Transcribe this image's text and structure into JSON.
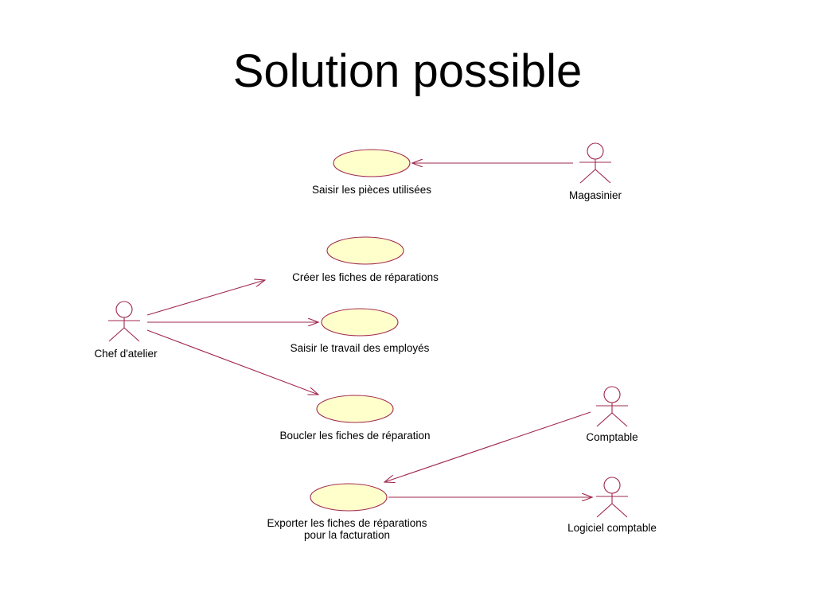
{
  "title": "Solution possible",
  "colors": {
    "line": "#a0284e",
    "usecase_fill": "#ffffcc",
    "usecase_stroke": "#a0284e",
    "text": "#000000"
  },
  "actors": {
    "magasinier": "Magasinier",
    "chef": "Chef d'atelier",
    "comptable": "Comptable",
    "logiciel": "Logiciel comptable"
  },
  "usecases": {
    "saisir_pieces": "Saisir les pièces utilisées",
    "creer_fiches": "Créer les fiches de réparations",
    "saisir_travail": "Saisir le travail des employés",
    "boucler_fiches": "Boucler les fiches de réparation",
    "exporter_line1": "Exporter les fiches de réparations",
    "exporter_line2": "pour la facturation"
  }
}
